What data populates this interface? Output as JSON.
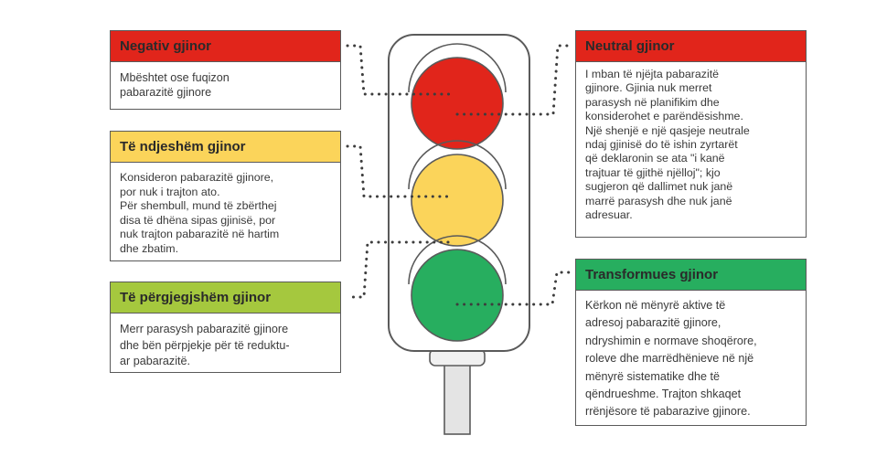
{
  "colors": {
    "red": "#e1251b",
    "yellow": "#fbd45a",
    "lightgreen": "#a5c83e",
    "green": "#27ae5f",
    "outline": "#5a5a5a"
  },
  "cards": {
    "negativ": {
      "title": "Negativ gjinor",
      "text": "Mbështet ose fuqizon\npabarazitë gjinore"
    },
    "ndjeshem": {
      "title": "Të ndjeshëm gjinor",
      "text": "Konsideron pabarazitë gjinore,\npor nuk i trajton ato.\nPër shembull, mund të zbërthej\ndisa të dhëna sipas gjinisë, por\nnuk trajton pabarazitë në hartim\ndhe zbatim."
    },
    "pergjegjshem": {
      "title": "Të përgjegjshëm gjinor",
      "text": "Merr parasysh pabarazitë gjinore\ndhe bën përpjekje për të reduktu-\nar pabarazitë."
    },
    "neutral": {
      "title": "Neutral gjinor",
      "text": "I mban të njëjta pabarazitë\ngjinore. Gjinia nuk merret\nparasysh në planifikim dhe\nkonsiderohet e parëndësishme.\nNjë shenjë e një qasjeje neutrale\nndaj gjinisë do të ishin zyrtarët\nqë deklaronin se ata \"i kanë\ntrajtuar të gjithë njëlloj\"; kjo\nsugjeron që dallimet nuk janë\nmarrë parasysh dhe nuk janë\nadresuar."
    },
    "transformues": {
      "title": "Transformues gjinor",
      "text": "Kërkon në mënyrë aktive të\nadresoj pabarazitë gjinore,\nndryshimin e normave shoqërore,\nroleve dhe marrëdhënieve në një\nmënyrë sistematike dhe të\nqëndrueshme. Trajton shkaqet\nrrënjësore të pabarazive gjinore."
    }
  }
}
